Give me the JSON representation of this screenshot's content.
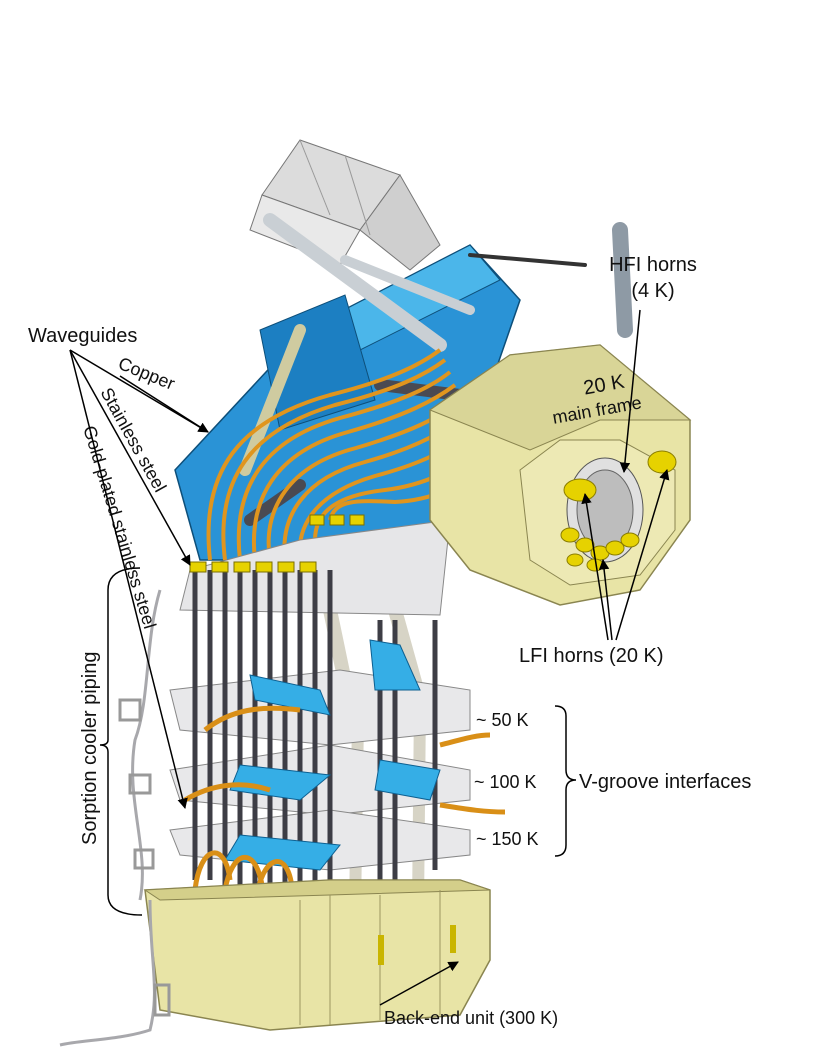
{
  "labels": {
    "waveguides": "Waveguides",
    "copper": "Copper",
    "stainless": "Stainless steel",
    "gold": "Gold-plated stainless steel",
    "sorption": "Sorption cooler piping",
    "hfi_line1": "HFI horns",
    "hfi_line2": "(4 K)",
    "frame_line1": "20 K",
    "frame_line2": "main frame",
    "lfi": "LFI horns (20 K)",
    "k50": "~ 50 K",
    "k100": "~ 100 K",
    "k150": "~ 150 K",
    "vgroove": "V-groove interfaces",
    "backend": "Back-end unit (300 K)"
  },
  "colors": {
    "olive": "#e8e4a6",
    "olive_dark": "#b8b36e",
    "blue": "#1f8fd6",
    "blue_light": "#39b8e8",
    "orange": "#e0951e",
    "steel": "#d9d9dc",
    "dark_rod": "#3d3d45",
    "yellow": "#e6d200"
  }
}
